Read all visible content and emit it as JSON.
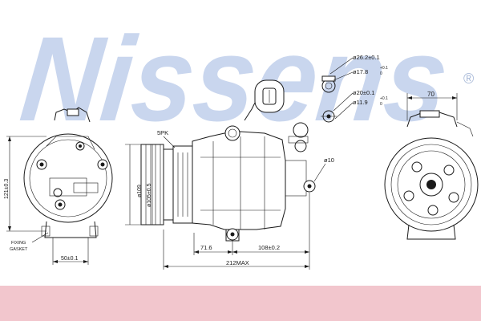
{
  "brand": {
    "watermark": "Nissens",
    "registered_mark": "®"
  },
  "colors": {
    "watermark": "#c9d6ee",
    "line": "#1a1a1a",
    "band": "#f2c6cd"
  },
  "dimensions": {
    "d26": "ø26.2±0.1",
    "d17_8": "ø17.8",
    "d17_8_tol": "+0.1",
    "d17_8_tol2": "0",
    "d20": "ø20±0.1",
    "d11_9": "ø11.9",
    "d11_9_tol": "+0.1",
    "d11_9_tol2": "0",
    "width70": "70",
    "d10": "ø10",
    "belt": "5PK",
    "d109": "ø109",
    "d105": "ø105±0.5",
    "h121": "121±0.3",
    "w50": "50±0.1",
    "l71_6": "71.6",
    "l108": "108±0.2",
    "l212": "212MAX"
  },
  "notes": {
    "fixing": "FIXING",
    "gasket": "GASKET"
  }
}
